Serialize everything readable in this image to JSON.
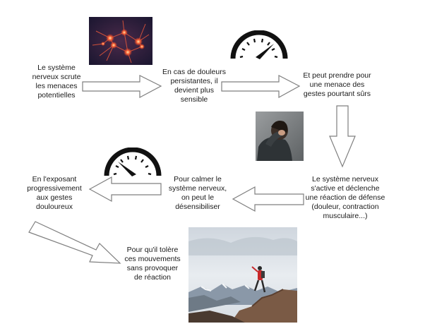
{
  "steps": [
    {
      "text": "Le système\nnerveux scrute\nles menaces\npotentielles"
    },
    {
      "text": "En cas de douleurs\npersistantes, il\ndevient plus\nsensible"
    },
    {
      "text": "Et peut prendre pour\nune menace des\ngestes pourtant sûrs"
    },
    {
      "text": "Le système nerveux\ns'active et déclenche\nune réaction de défense\n(douleur, contraction\nmusculaire...)"
    },
    {
      "text": "Pour calmer le\nsystème nerveux,\non peut le\ndésensibiliser"
    },
    {
      "text": "En l'exposant\nprogressivement\naux gestes\ndouloureux"
    },
    {
      "text": "Pour qu'il tolère\nces mouvements\nsans provoquer\nde réaction"
    }
  ],
  "gauges": [
    {
      "icon": "speedometer-icon",
      "level": "high"
    },
    {
      "icon": "speedometer-icon",
      "level": "low"
    }
  ],
  "photos": [
    {
      "icon": "neurons-image"
    },
    {
      "icon": "distressed-person-image"
    },
    {
      "icon": "mountain-hiker-image"
    }
  ],
  "colors": {
    "arrow_stroke": "#7f7f7f",
    "arrow_fill": "#ffffff",
    "gauge": "#111111"
  }
}
